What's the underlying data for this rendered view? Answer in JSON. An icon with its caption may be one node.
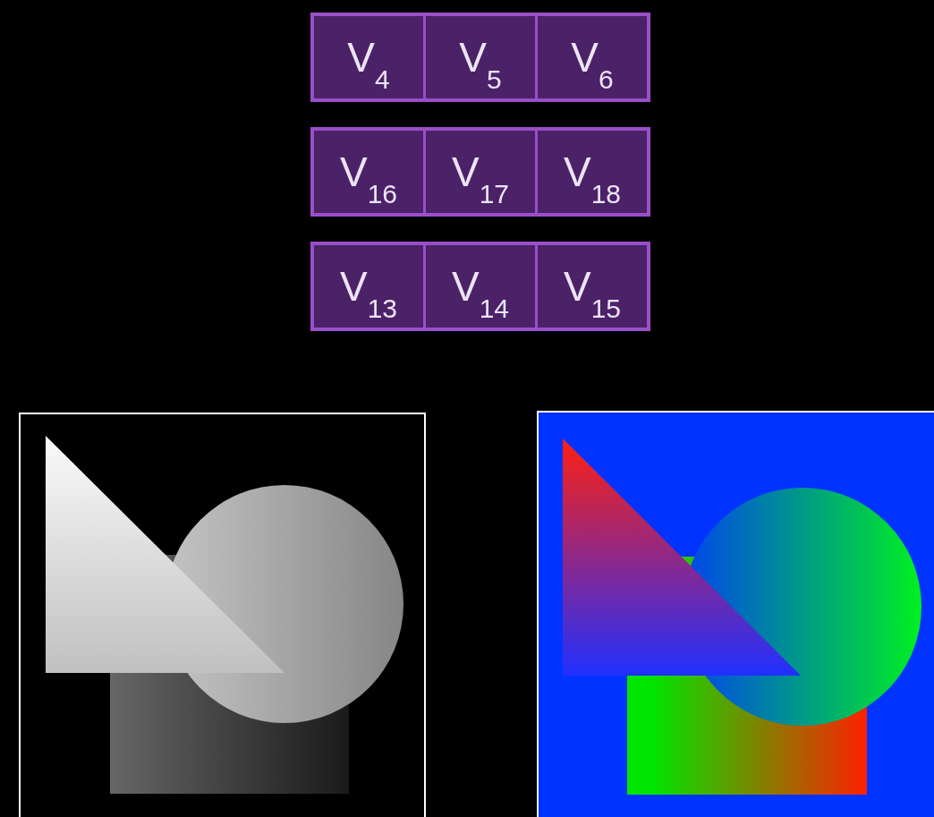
{
  "diagram": {
    "nodes": [
      {
        "text": [],
        "shape": "box"
      },
      {
        "text": [
          "V$_{4}$"
        ],
        "in": 0
      },
      {
        "text": [
          "V$_{5}$"
        ],
        "in": 0
      },
      {
        "text": [
          "V$_{6}$"
        ],
        "in": 0
      },
      {
        "text": [],
        "shape": "box"
      },
      {
        "text": [
          "V$_{16}$"
        ],
        "in": 4
      },
      {
        "text": [
          "V$_{17}$"
        ],
        "in": 4
      },
      {
        "text": [
          "V$_{18}$"
        ],
        "in": 4
      },
      {
        "text": [],
        "shape": "box"
      },
      {
        "text": [
          "V$_{13}$"
        ],
        "in": 8
      },
      {
        "text": [
          "V$_{14}$"
        ],
        "in": 8
      },
      {
        "text": [
          "V$_{15}$"
        ],
        "in": 8
      }
    ]
  }
}
